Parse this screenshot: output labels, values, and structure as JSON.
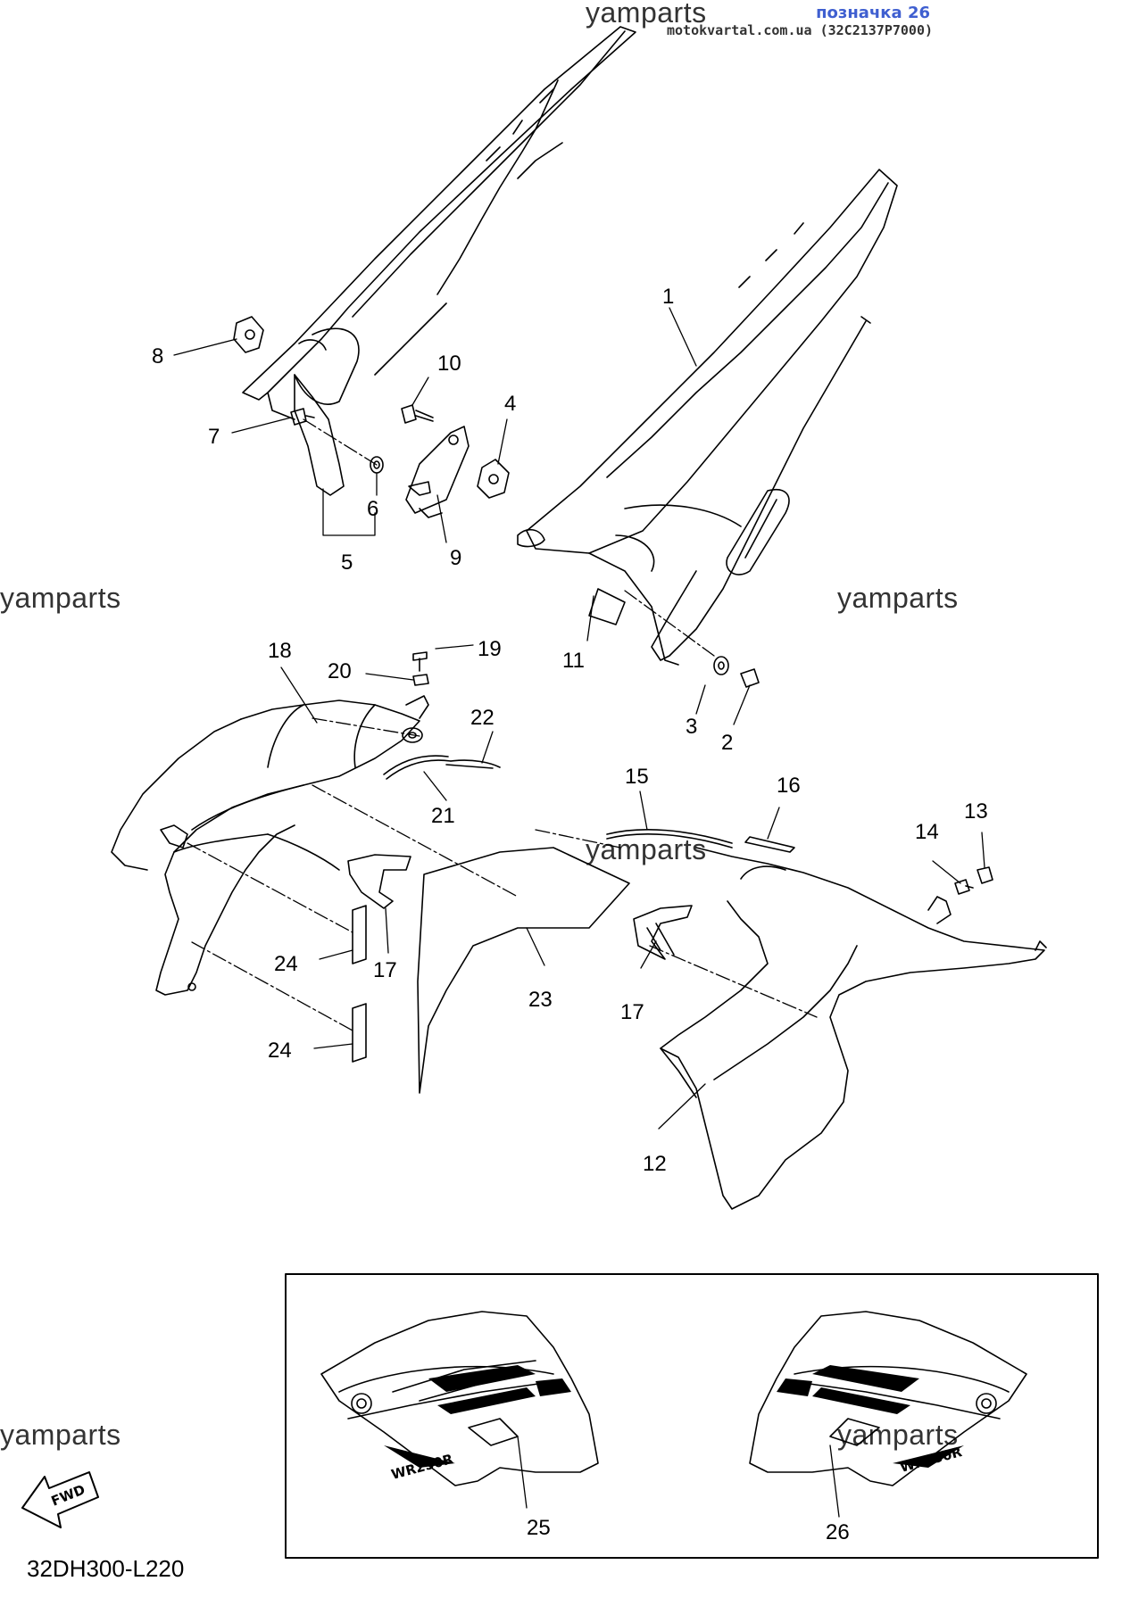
{
  "header": {
    "title": "позначка 26",
    "subtitle": "motokvartal.com.ua (32C2137P7000)"
  },
  "watermark": "yamparts",
  "diagram_code": "32DH300-L220",
  "fwd_label": "FWD",
  "decal_text": "WR250R",
  "part_labels": [
    "1",
    "2",
    "3",
    "4",
    "5",
    "6",
    "7",
    "8",
    "9",
    "10",
    "11",
    "12",
    "13",
    "14",
    "15",
    "16",
    "17",
    "17",
    "18",
    "19",
    "20",
    "21",
    "22",
    "23",
    "24",
    "24",
    "25",
    "26"
  ]
}
